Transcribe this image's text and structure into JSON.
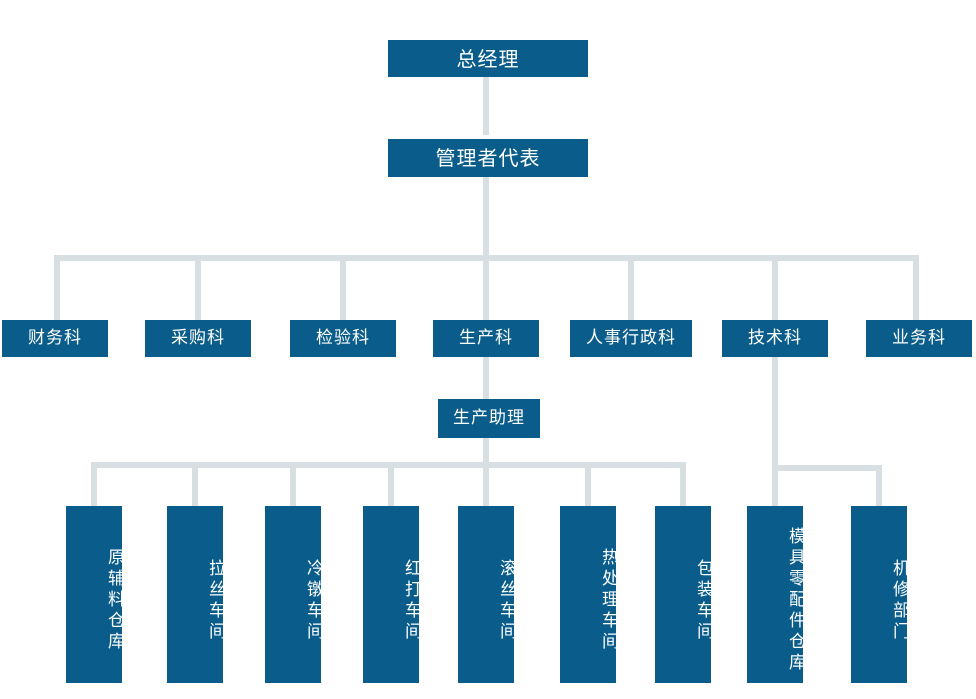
{
  "chart": {
    "title": "组织架构图",
    "colors": {
      "box_fill": "#0a5d8a",
      "box_text": "#ffffff",
      "connector": "#d8dfe3",
      "background": "#ffffff"
    },
    "top": {
      "general_manager": "总经理",
      "management_representative": "管理者代表"
    },
    "departments": [
      {
        "label": "财务科"
      },
      {
        "label": "采购科"
      },
      {
        "label": "检验科"
      },
      {
        "label": "生产科"
      },
      {
        "label": "人事行政科"
      },
      {
        "label": "技术科"
      },
      {
        "label": "业务科"
      }
    ],
    "production_assistant": "生产助理",
    "workshops": [
      {
        "label": "原辅料仓库"
      },
      {
        "label": "拉丝车间"
      },
      {
        "label": "冷镦车间"
      },
      {
        "label": "红打车间"
      },
      {
        "label": "滚丝车间"
      },
      {
        "label": "热处理车间"
      },
      {
        "label": "包装车间"
      }
    ],
    "technical_units": [
      {
        "label": "模具零配件仓库"
      },
      {
        "label": "机修部门"
      }
    ]
  }
}
